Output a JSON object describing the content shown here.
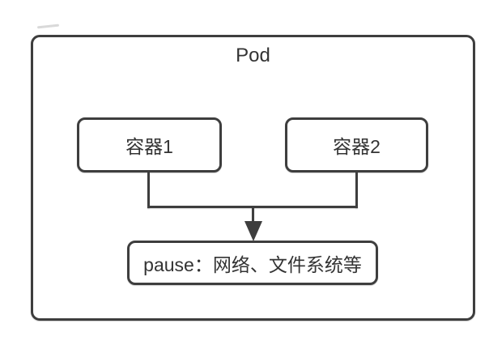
{
  "diagram": {
    "title": "Pod",
    "containers": [
      {
        "label": "容器1"
      },
      {
        "label": "容器2"
      }
    ],
    "pause": {
      "label": "pause：网络、文件系统等"
    }
  },
  "colors": {
    "background": "#ffffff",
    "line": "#3e3e3e",
    "text": "#333333"
  }
}
